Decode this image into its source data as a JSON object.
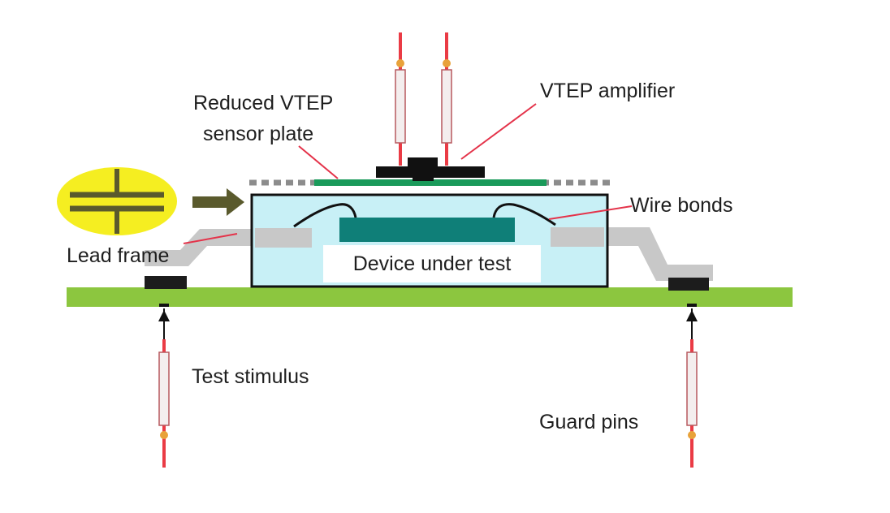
{
  "labels": {
    "sensor_plate_line1": "Reduced VTEP",
    "sensor_plate_line2": "sensor plate",
    "amplifier": "VTEP amplifier",
    "wire_bonds": "Wire bonds",
    "lead_frame": "Lead frame",
    "device_under_test": "Device under test",
    "test_stimulus": "Test stimulus",
    "guard_pins": "Guard pins"
  },
  "colors": {
    "pcb_board": "#8cc63f",
    "sensor_plate": "#1a9a5a",
    "die": "#0f7f78",
    "package_fill": "#c8f0f6",
    "lead_frame": "#c8c8c8",
    "probe_red": "#ea3b45",
    "probe_tan": "#e8a23a",
    "capacitor_highlight": "#f5ee21",
    "arrow_olive": "#5a5a2d",
    "leader_line": "#e4334a"
  },
  "icons": {
    "capacitor": "capacitor-symbol-icon",
    "arrow": "right-arrow-icon"
  }
}
